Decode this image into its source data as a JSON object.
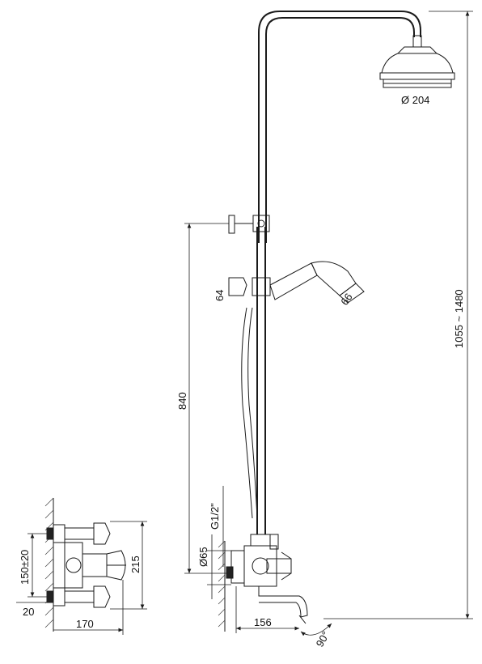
{
  "dimensions": {
    "head_diameter": "Ø 204",
    "height_range": "1055 ~ 1480",
    "bar_height": "840",
    "hand_shower_diameter": "66",
    "holder_size": "64",
    "thread": "G1/2\"",
    "flange_diameter": "Ø65",
    "spout_length": "156",
    "spout_rotation": "90°",
    "centres": "150±20",
    "mixer_height": "215",
    "wall_offset": "20",
    "mixer_depth": "170"
  }
}
